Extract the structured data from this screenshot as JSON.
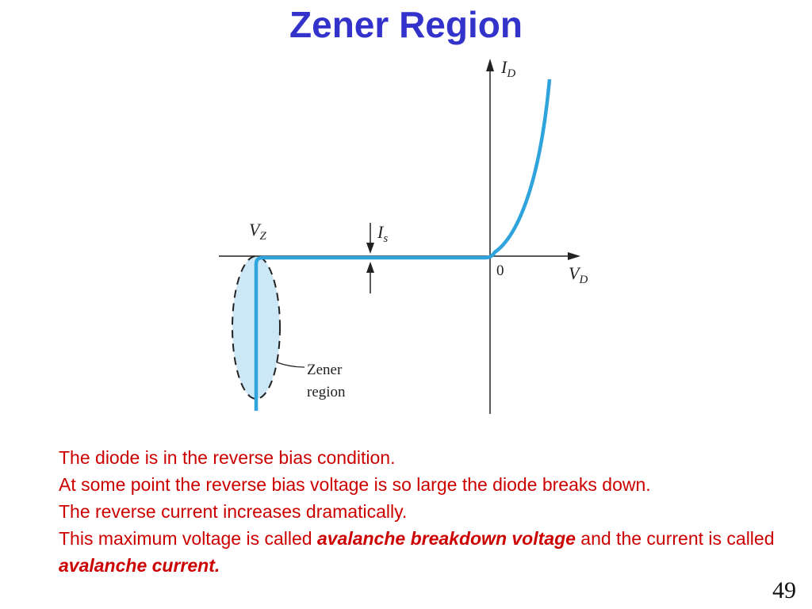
{
  "slide": {
    "title": "Zener Region",
    "page_number": "49"
  },
  "diagram": {
    "y_axis_label_main": "I",
    "y_axis_label_sub": "D",
    "x_axis_label_main": "V",
    "x_axis_label_sub": "D",
    "vz_label_main": "V",
    "vz_label_sub": "Z",
    "is_label_main": "I",
    "is_label_sub": "s",
    "origin_label": "0",
    "region_label_line1": "Zener",
    "region_label_line2": "region",
    "colors": {
      "curve": "#2fa3dc",
      "region_fill": "#cce8f7",
      "axes": "#222222"
    }
  },
  "text": {
    "line1": "The diode is in the reverse bias condition.",
    "line2": "At some point the reverse bias voltage is so large the diode breaks down.",
    "line3": "The reverse current increases dramatically.",
    "line4_pre": "This maximum voltage is called ",
    "line4_emph": "avalanche breakdown voltage",
    "line4_post": " and the current is called ",
    "line4_emph2": "avalanche current."
  }
}
